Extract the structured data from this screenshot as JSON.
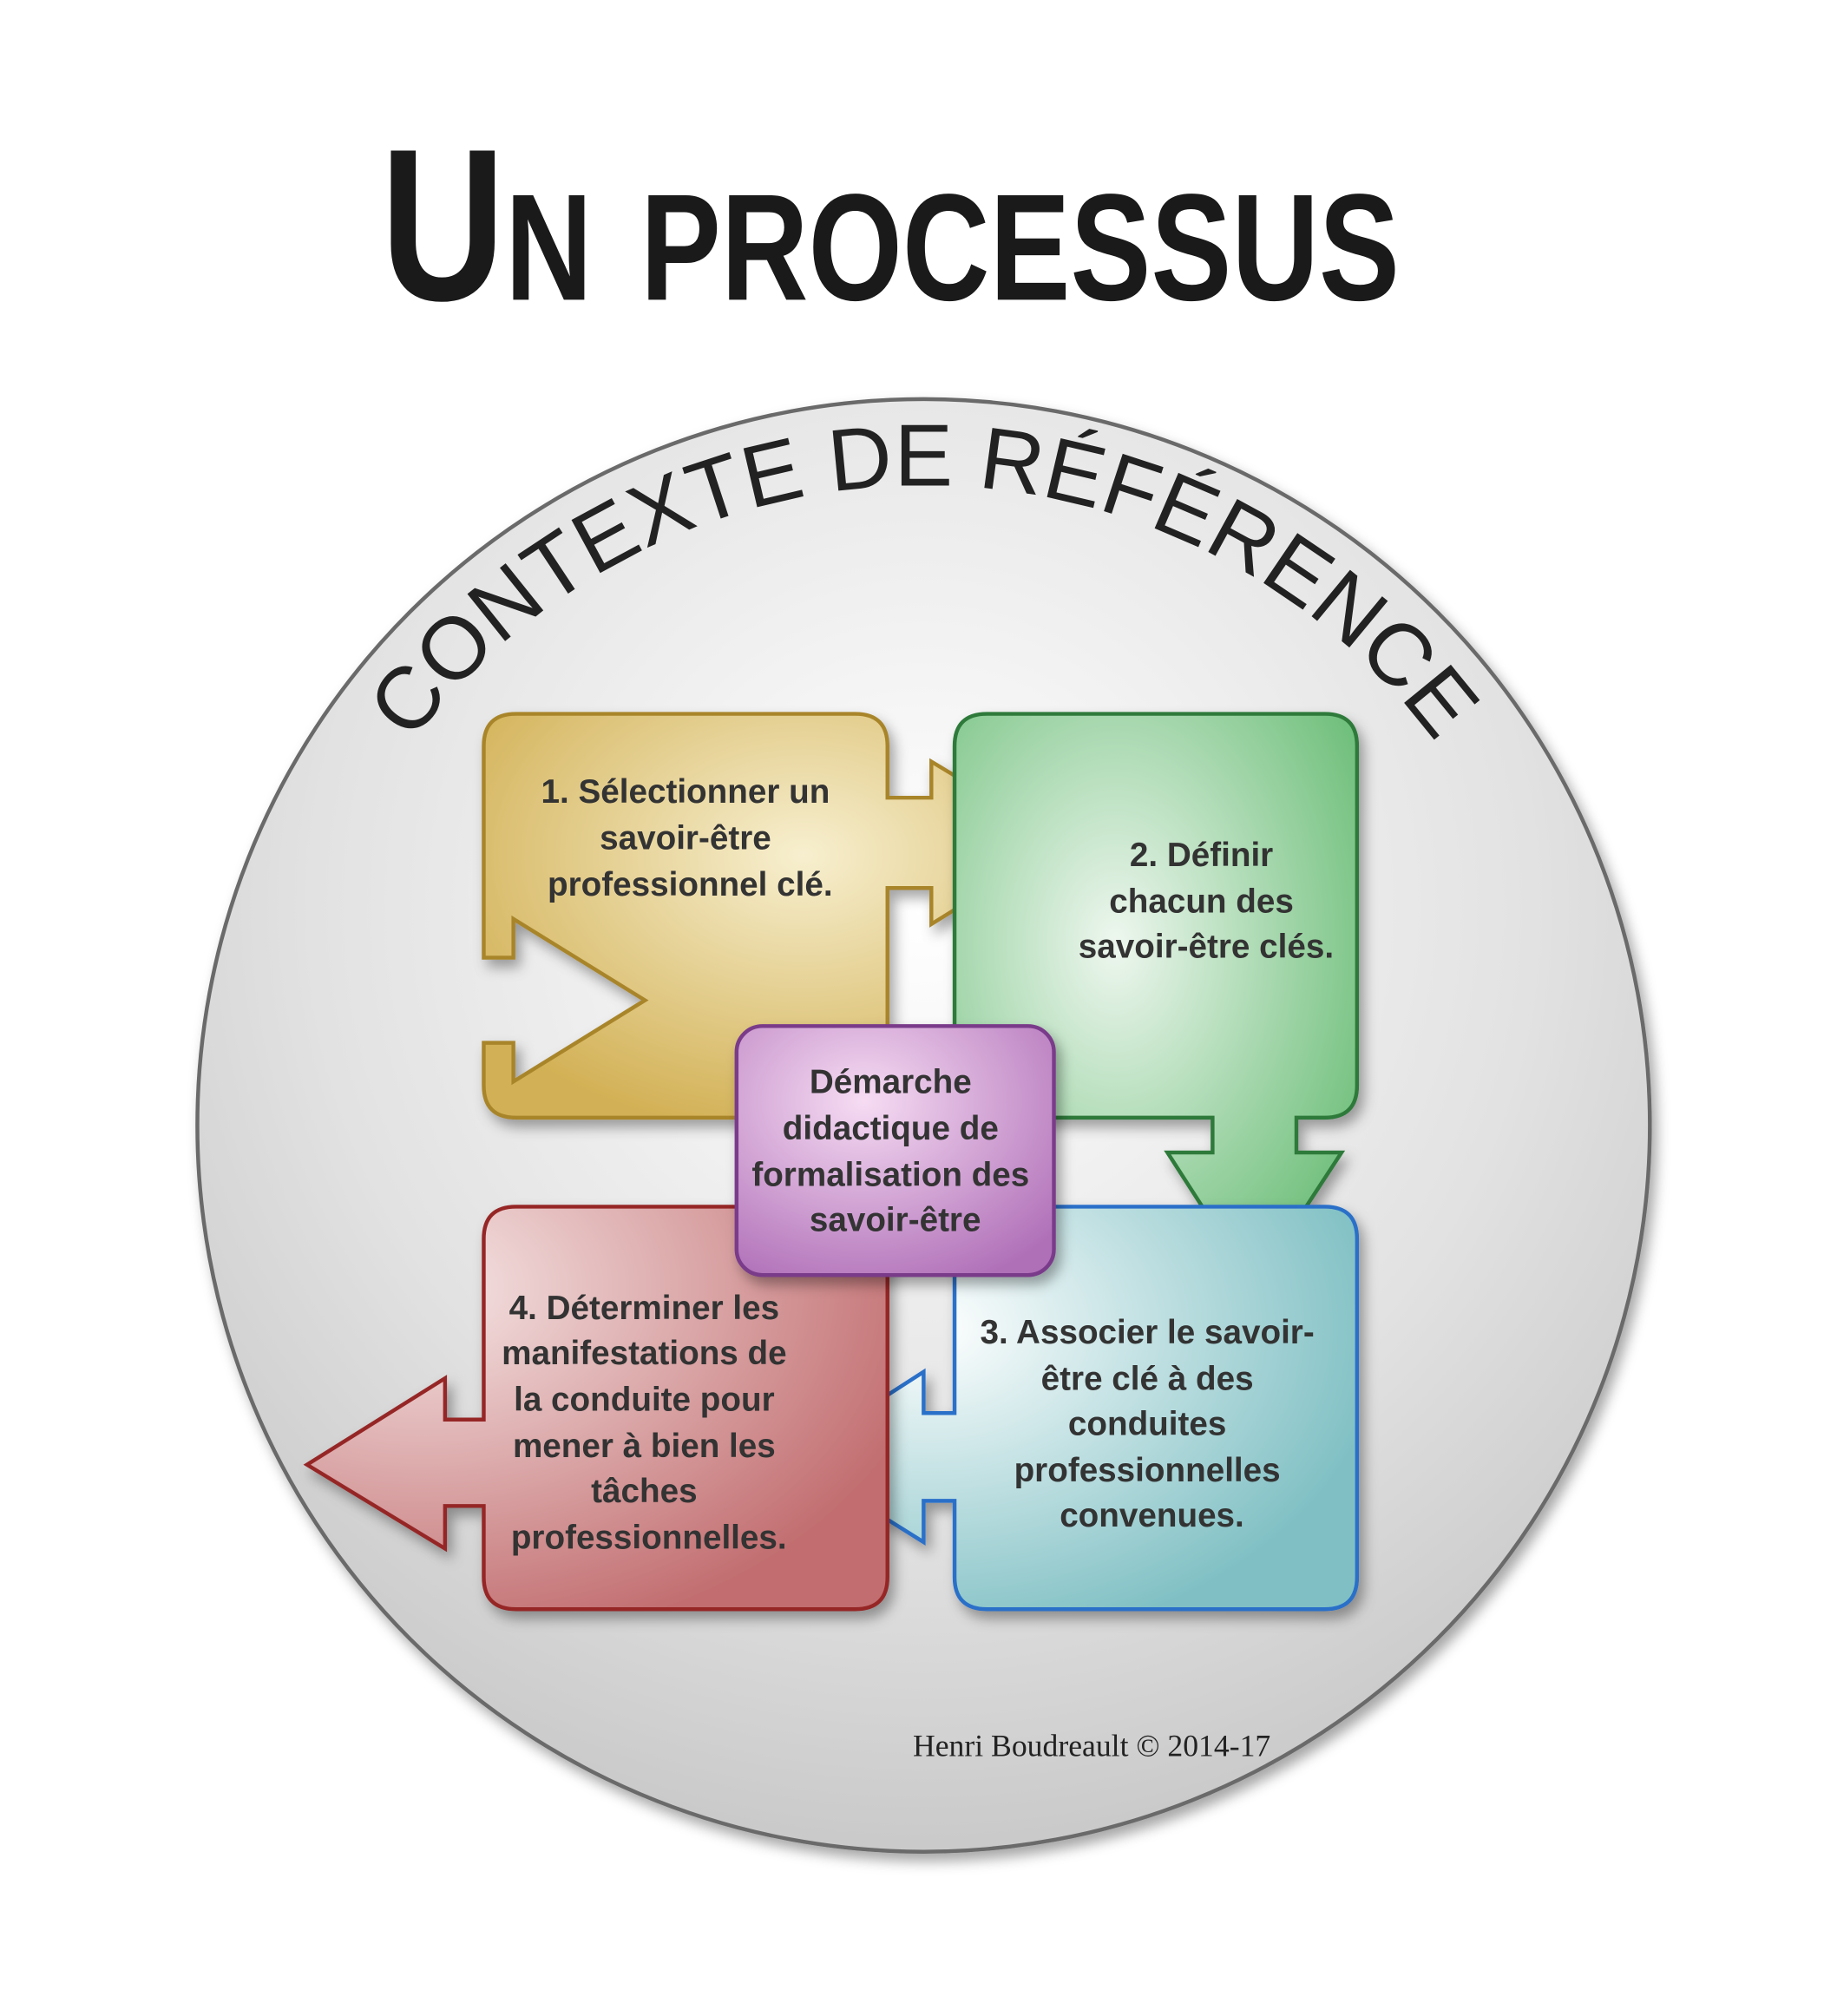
{
  "title": "Un processus",
  "context_label": "CONTEXTE DE RÉFÉRENCE",
  "steps": [
    {
      "lines": [
        "1. Sélectionner un",
        "savoir-être",
        "professionnel clé."
      ],
      "color": "#d4b456"
    },
    {
      "lines": [
        "2. Définir",
        "chacun des",
        "savoir-être clés."
      ],
      "color": "#7cc487"
    },
    {
      "lines": [
        "3. Associer le savoir-",
        "être clé à des",
        "conduites",
        "professionnelles",
        "convenues."
      ],
      "color": "#8cc7cc"
    },
    {
      "lines": [
        "4. Déterminer les",
        "manifestations de",
        "la conduite pour",
        "mener à bien les",
        "tâches",
        "professionnelles."
      ],
      "color": "#c87878"
    }
  ],
  "center": {
    "lines": [
      "Démarche",
      "didactique de",
      "formalisation des",
      "savoir-être"
    ],
    "color": "#b070b8"
  },
  "credit": "Henri Boudreault © 2014-17"
}
